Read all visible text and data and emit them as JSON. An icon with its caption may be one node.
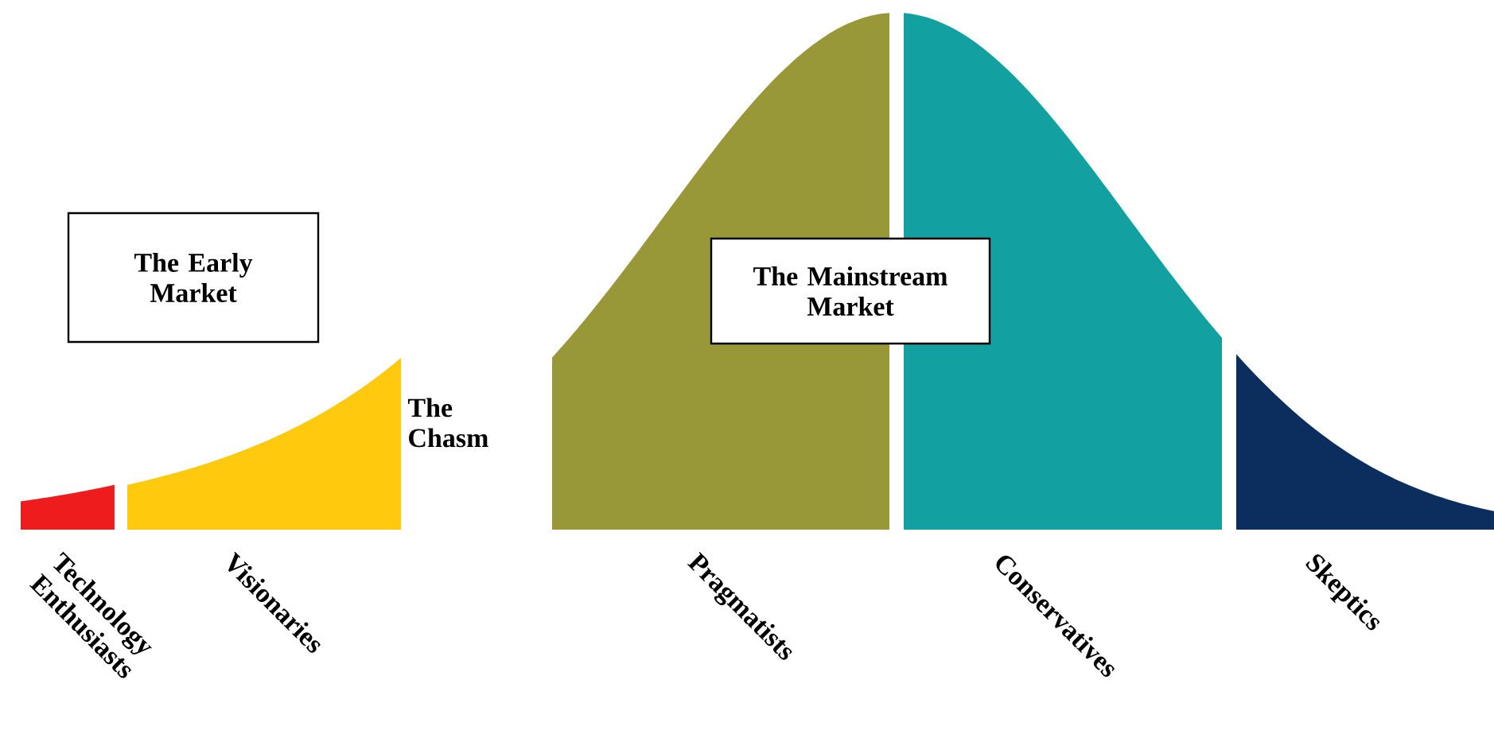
{
  "diagram": {
    "nodes": [
      {
        "text": [
          "The Early Market"
        ]
      },
      {
        "text": [
          "The Mainstream Market"
        ]
      },
      {
        "text": [],
        "shape": "area",
        "beside": [
          "Technology Enthusiasts"
        ]
      },
      {
        "text": [],
        "shape": "area",
        "beside": [
          "Visionaries"
        ]
      },
      {
        "text": [],
        "shape": "area",
        "beside": [
          "Pragmatists"
        ]
      },
      {
        "text": [],
        "shape": "area",
        "beside": [
          "Conservatives"
        ]
      },
      {
        "text": [],
        "shape": "area",
        "beside": [
          "Skeptics"
        ]
      }
    ],
    "labels": [
      "The Chasm"
    ]
  }
}
